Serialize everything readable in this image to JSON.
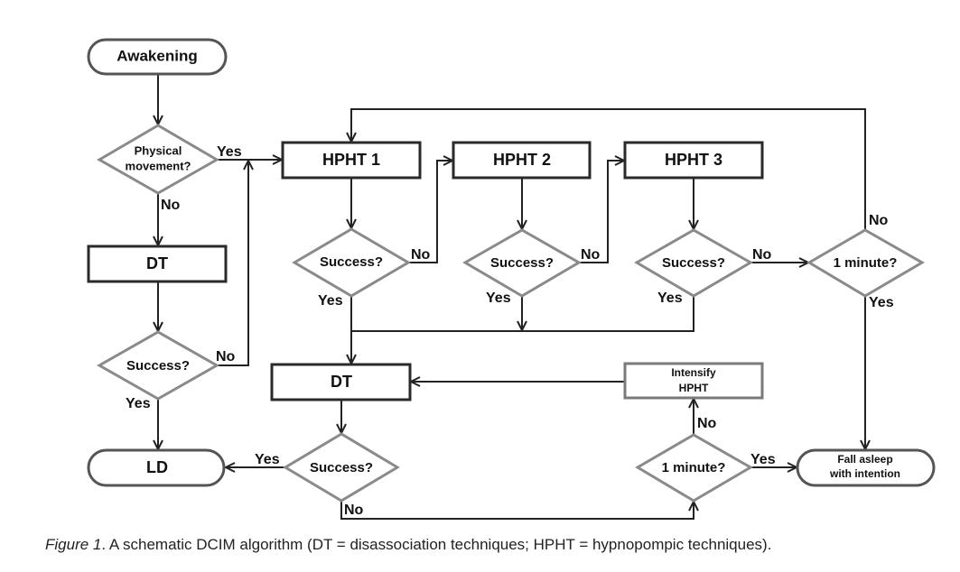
{
  "diagram": {
    "nodes": {
      "awakening": {
        "label": "Awakening",
        "shape": "terminal"
      },
      "physical_movement": {
        "label_lines": [
          "Physical",
          "movement?"
        ],
        "shape": "decision"
      },
      "dt_left": {
        "label": "DT",
        "shape": "process"
      },
      "success_left": {
        "label": "Success?",
        "shape": "decision"
      },
      "ld": {
        "label": "LD",
        "shape": "terminal"
      },
      "hpht1": {
        "label": "HPHT 1",
        "shape": "process"
      },
      "hpht2": {
        "label": "HPHT 2",
        "shape": "process"
      },
      "hpht3": {
        "label": "HPHT 3",
        "shape": "process"
      },
      "success_h1": {
        "label": "Success?",
        "shape": "decision"
      },
      "success_h2": {
        "label": "Success?",
        "shape": "decision"
      },
      "success_h3": {
        "label": "Success?",
        "shape": "decision"
      },
      "minute_top": {
        "label": "1 minute?",
        "shape": "decision"
      },
      "dt_center": {
        "label": "DT",
        "shape": "process"
      },
      "intensify": {
        "label_lines": [
          "Intensify",
          "HPHT"
        ],
        "shape": "process"
      },
      "success_dt": {
        "label": "Success?",
        "shape": "decision"
      },
      "minute_bottom": {
        "label": "1 minute?",
        "shape": "decision"
      },
      "fall_asleep": {
        "label_lines": [
          "Fall asleep",
          "with intention"
        ],
        "shape": "terminal"
      }
    },
    "edge_labels": {
      "pm_yes": "Yes",
      "pm_no": "No",
      "sl_no": "No",
      "sl_yes": "Yes",
      "s1_no": "No",
      "s1_yes": "Yes",
      "s2_no": "No",
      "s2_yes": "Yes",
      "s3_no": "No",
      "s3_yes": "Yes",
      "mt_no": "No",
      "mt_yes": "Yes",
      "sdt_yes": "Yes",
      "sdt_no": "No",
      "mb_no": "No",
      "mb_yes": "Yes"
    },
    "edges": [
      {
        "from": "awakening",
        "to": "physical_movement"
      },
      {
        "from": "physical_movement",
        "to": "hpht1",
        "label": "Yes"
      },
      {
        "from": "physical_movement",
        "to": "dt_left",
        "label": "No"
      },
      {
        "from": "dt_left",
        "to": "success_left"
      },
      {
        "from": "success_left",
        "to": "hpht1",
        "label": "No"
      },
      {
        "from": "success_left",
        "to": "ld",
        "label": "Yes"
      },
      {
        "from": "hpht1",
        "to": "success_h1"
      },
      {
        "from": "success_h1",
        "to": "hpht2",
        "label": "No"
      },
      {
        "from": "hpht2",
        "to": "success_h2"
      },
      {
        "from": "success_h2",
        "to": "hpht3",
        "label": "No"
      },
      {
        "from": "hpht3",
        "to": "success_h3"
      },
      {
        "from": "success_h3",
        "to": "minute_top",
        "label": "No"
      },
      {
        "from": "minute_top",
        "to": "hpht1",
        "label": "No"
      },
      {
        "from": "minute_top",
        "to": "fall_asleep",
        "label": "Yes"
      },
      {
        "from": "success_h1",
        "to": "dt_center",
        "label": "Yes"
      },
      {
        "from": "success_h2",
        "to": "dt_center",
        "label": "Yes"
      },
      {
        "from": "success_h3",
        "to": "dt_center",
        "label": "Yes"
      },
      {
        "from": "dt_center",
        "to": "success_dt"
      },
      {
        "from": "success_dt",
        "to": "ld",
        "label": "Yes"
      },
      {
        "from": "success_dt",
        "to": "minute_bottom",
        "label": "No"
      },
      {
        "from": "minute_bottom",
        "to": "intensify",
        "label": "No"
      },
      {
        "from": "minute_bottom",
        "to": "fall_asleep",
        "label": "Yes"
      },
      {
        "from": "intensify",
        "to": "dt_center"
      }
    ]
  },
  "caption": {
    "prefix": "Figure 1",
    "text": ". A schematic DCIM algorithm (DT = disassociation techniques; HPHT = hypnopompic techniques)."
  },
  "colors": {
    "line": "#222222",
    "decision_stroke": "#8a8a8a",
    "process_stroke": "#2a2a2a",
    "secondary_stroke": "#7a7a7a",
    "background": "#ffffff"
  }
}
